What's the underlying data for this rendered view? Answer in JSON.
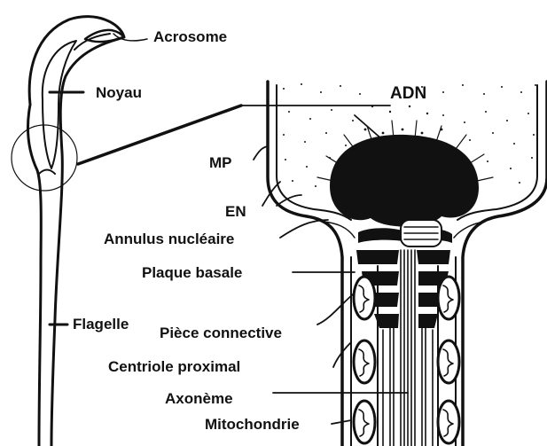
{
  "figure": {
    "labels": {
      "acrosome": "Acrosome",
      "noyau": "Noyau",
      "flagelle": "Flagelle",
      "adn": "ADN",
      "mp": "MP",
      "en": "EN",
      "annulus": "Annulus nucléaire",
      "plaque_basale": "Plaque basale",
      "piece_connective": "Pièce connective",
      "centriole_proximal": "Centriole proximal",
      "axoneme": "Axonème",
      "mitochondrie": "Mitochondrie"
    }
  }
}
